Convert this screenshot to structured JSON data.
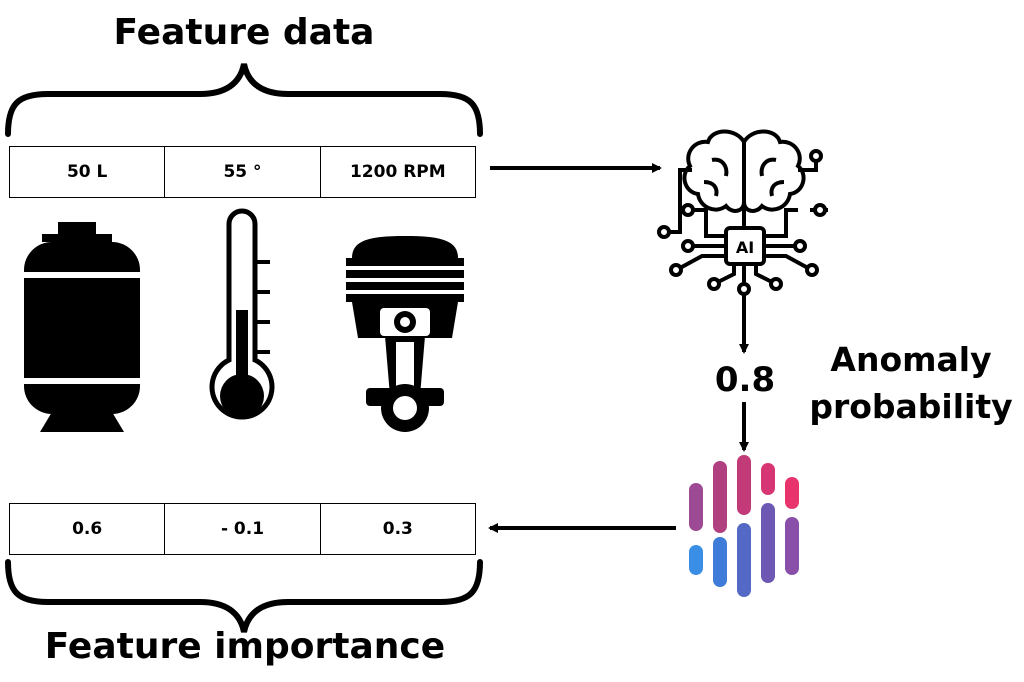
{
  "feature_data": {
    "title": "Feature data",
    "values": [
      "50 L",
      "55 °",
      "1200 RPM"
    ]
  },
  "feature_importance": {
    "title": "Feature importance",
    "values": [
      "0.6",
      "- 0.1",
      "0.3"
    ]
  },
  "model": {
    "chip_label": "AI",
    "output_value": "0.8",
    "output_label": "Anomaly probability"
  },
  "icons": [
    "tank-icon",
    "thermometer-icon",
    "piston-icon",
    "ai-brain-icon",
    "explainer-logo-icon"
  ],
  "colors": {
    "gradient_top": "#e8336d",
    "gradient_mid": "#8c4aa0",
    "gradient_bottom": "#3a84df"
  }
}
